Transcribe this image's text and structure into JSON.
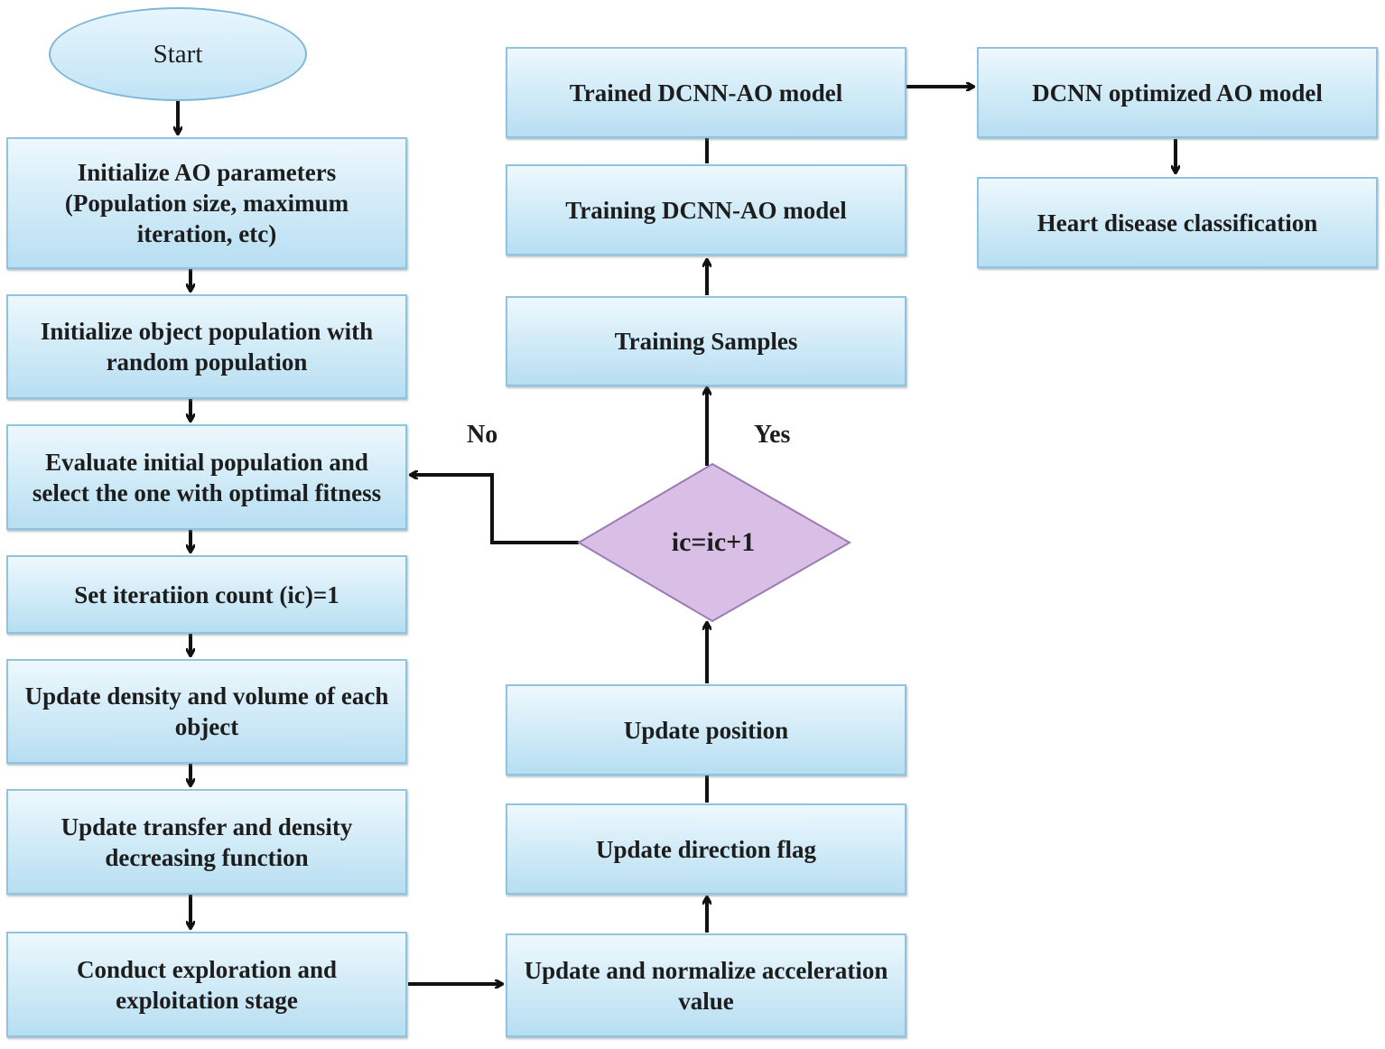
{
  "flowchart": {
    "start": "Start",
    "left_column": [
      "Initialize AO parameters (Population size, maximum iteration, etc)",
      "Initialize object population with random population",
      "Evaluate initial population and select the one with optimal fitness",
      "Set iteratiion count (ic)=1",
      "Update density and volume of each object",
      "Update transfer and density decreasing function",
      "Conduct exploration and exploitation stage"
    ],
    "middle_column": [
      "Trained DCNN-AO model",
      "Training DCNN-AO model",
      "Training Samples",
      "Update position",
      "Update direction flag",
      "Update and normalize acceleration value"
    ],
    "decision": {
      "label": "ic=ic+1",
      "no_label": "No",
      "yes_label": "Yes"
    },
    "right_column": [
      "DCNN optimized AO model",
      "Heart disease classification"
    ]
  }
}
